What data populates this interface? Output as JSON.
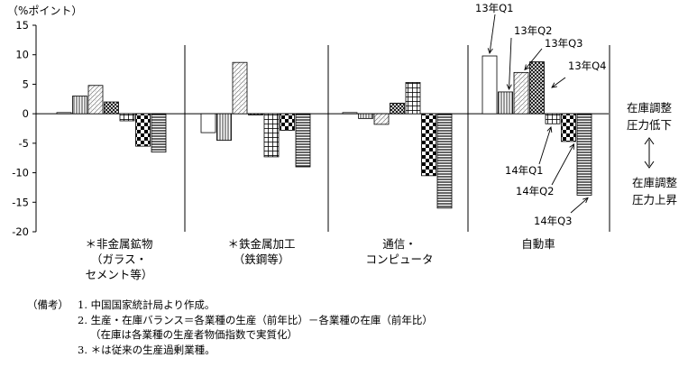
{
  "chart_data": {
    "type": "bar",
    "ylabel": "（%ポイント）",
    "ylim": [
      -20,
      15
    ],
    "yticks": [
      15,
      10,
      5,
      0,
      -5,
      -10,
      -15,
      -20
    ],
    "groups": [
      {
        "name_lines": [
          "＊非金属鉱物",
          "（ガラス・",
          "セメント等）"
        ],
        "values": [
          0.2,
          3.0,
          4.8,
          2.0,
          -1.2,
          -5.5,
          -6.5
        ]
      },
      {
        "name_lines": [
          "＊鉄金属加工",
          "（鉄鋼等）"
        ],
        "values": [
          -3.2,
          -4.5,
          8.7,
          -0.2,
          -7.3,
          -2.8,
          -9.0
        ]
      },
      {
        "name_lines": [
          "通信・",
          "コンピュータ"
        ],
        "values": [
          0.2,
          -0.8,
          -1.8,
          1.8,
          5.3,
          -10.5,
          -16.0
        ]
      },
      {
        "name_lines": [
          "自動車"
        ],
        "values": [
          9.8,
          3.7,
          7.0,
          8.8,
          -1.7,
          -4.7,
          -13.8
        ]
      }
    ],
    "series_labels": [
      "13年Q1",
      "13年Q2",
      "13年Q3",
      "13年Q4",
      "14年Q1",
      "14年Q2",
      "14年Q3"
    ],
    "side_labels": {
      "top": [
        "在庫調整",
        "圧力低下"
      ],
      "arrow": "⟷",
      "bottom": [
        "在庫調整",
        "圧力上昇"
      ]
    },
    "grid": false
  },
  "notes": {
    "header": "（備考）",
    "items": [
      {
        "num": "1.",
        "lines": [
          "中国国家統計局より作成。"
        ]
      },
      {
        "num": "2.",
        "lines": [
          "生産・在庫バランス＝各業種の生産（前年比）－各業種の在庫（前年比）",
          "（在庫は各業種の生産者物価指数で実質化）"
        ]
      },
      {
        "num": "3.",
        "lines": [
          "＊は従来の生産過剰業種。"
        ]
      }
    ]
  }
}
